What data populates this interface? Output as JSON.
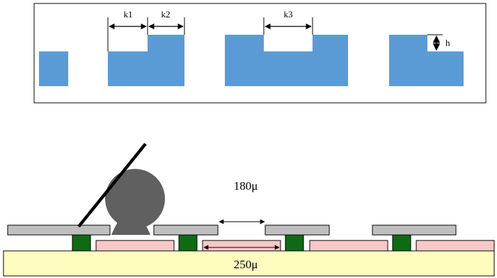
{
  "top_panel": {
    "labels": {
      "k1": "k1",
      "k2": "k2",
      "k3": "k3",
      "h": "h"
    }
  },
  "bottom_panel": {
    "pitch_top_label": "180μ",
    "pitch_bottom_label": "250μ"
  },
  "colors": {
    "step_blue": "#5b9bd5",
    "substrate_yellow": "#fffcc0",
    "pad_pink": "#f8c8c8",
    "trace_gray": "#bfbfbf",
    "via_green": "#0e6b14",
    "solder_dark_gray": "#606060",
    "probe_black": "#000000"
  }
}
